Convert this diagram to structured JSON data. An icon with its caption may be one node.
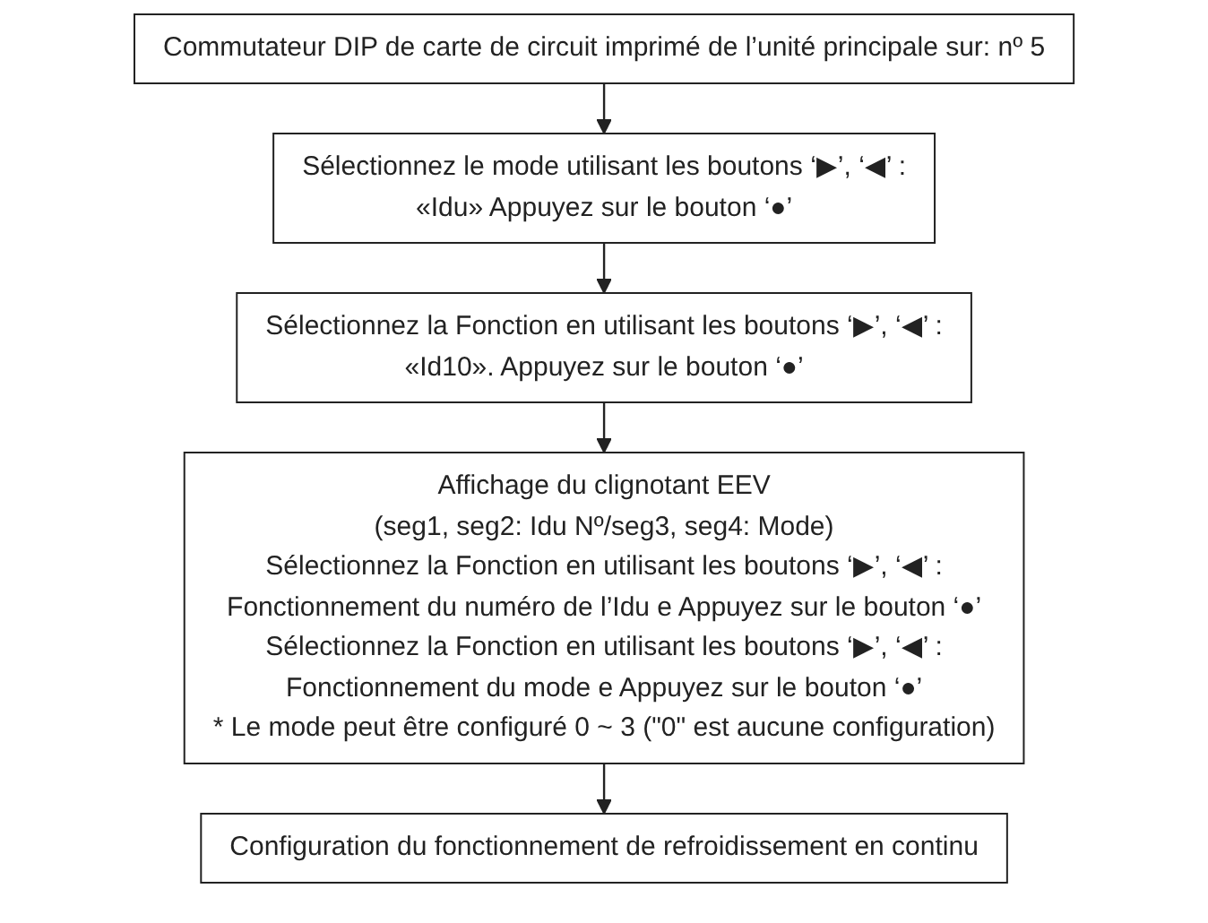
{
  "diagram": {
    "nodes": [
      {
        "text": [
          "Commutateur DIP de carte de circuit imprimé de l’unité principale sur: nº 5"
        ]
      },
      {
        "text": [
          "Sélectionnez le mode utilisant les boutons ‘▶’, ‘◀’ :",
          "«Idu» Appuyez sur le bouton ‘●’"
        ]
      },
      {
        "text": [
          "Sélectionnez la Fonction en utilisant les boutons ‘▶’, ‘◀’ :",
          "«Id10». Appuyez sur le bouton ‘●’"
        ]
      },
      {
        "text": [
          "Affichage du clignotant EEV",
          "(seg1, seg2: Idu Nº/seg3, seg4: Mode)",
          "Sélectionnez la Fonction en utilisant les boutons ‘▶’, ‘◀’ :",
          "Fonctionnement du numéro de l’Idu e Appuyez sur le bouton ‘●’",
          "Sélectionnez la Fonction en utilisant les boutons ‘▶’, ‘◀’ :",
          "Fonctionnement du mode e Appuyez sur le bouton ‘●’",
          "* Le mode peut être configuré 0 ~ 3 (\"0\" est aucune configuration)"
        ]
      },
      {
        "text": [
          "Configuration du fonctionnement de refroidissement en continu"
        ]
      }
    ],
    "edges": [
      {
        "from": 0,
        "to": 1,
        "arrow": "to"
      },
      {
        "from": 1,
        "to": 2,
        "arrow": "to"
      },
      {
        "from": 2,
        "to": 3,
        "arrow": "to"
      },
      {
        "from": 3,
        "to": 4,
        "arrow": "to"
      }
    ]
  }
}
